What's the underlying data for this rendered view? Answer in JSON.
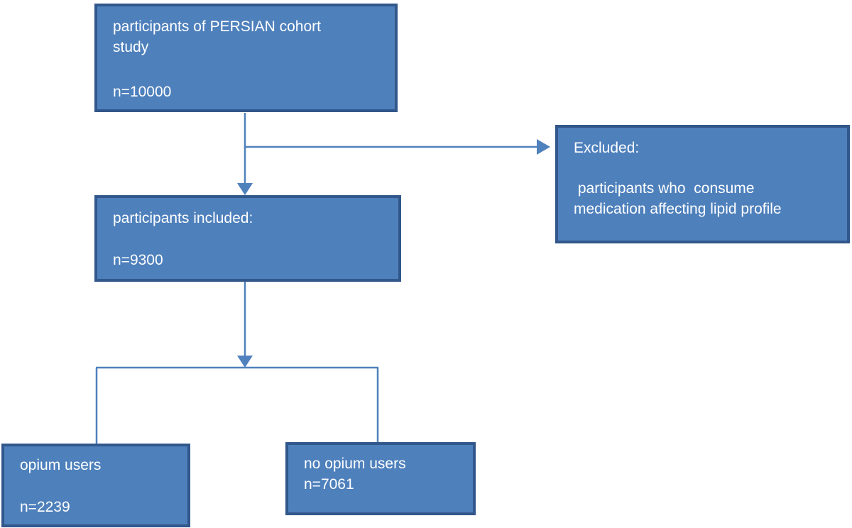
{
  "diagram": {
    "type": "flowchart",
    "nodes": {
      "total": {
        "title": "participants of PERSIAN cohort\nstudy",
        "count": "n=10000"
      },
      "included": {
        "title": "participants included:",
        "count": "n=9300"
      },
      "excluded": {
        "title": "Excluded:",
        "description": " participants who  consume\nmedication affecting lipid profile"
      },
      "opium_users": {
        "title": "opium users",
        "count": "n=2239"
      },
      "no_opium_users": {
        "title": "no opium users",
        "count": "n=7061"
      }
    },
    "edges": [
      {
        "from": "total",
        "to": "included",
        "style": "arrow"
      },
      {
        "from": "total",
        "to": "excluded",
        "style": "arrow"
      },
      {
        "from": "included",
        "to": "opium_users",
        "style": "arrow-then-branch"
      },
      {
        "from": "included",
        "to": "no_opium_users",
        "style": "arrow-then-branch"
      }
    ],
    "colors": {
      "box_fill": "#4e80bc",
      "box_border": "#31578b",
      "connector": "#4f81bd",
      "text": "#ffffff",
      "background": "#ffffff"
    }
  }
}
